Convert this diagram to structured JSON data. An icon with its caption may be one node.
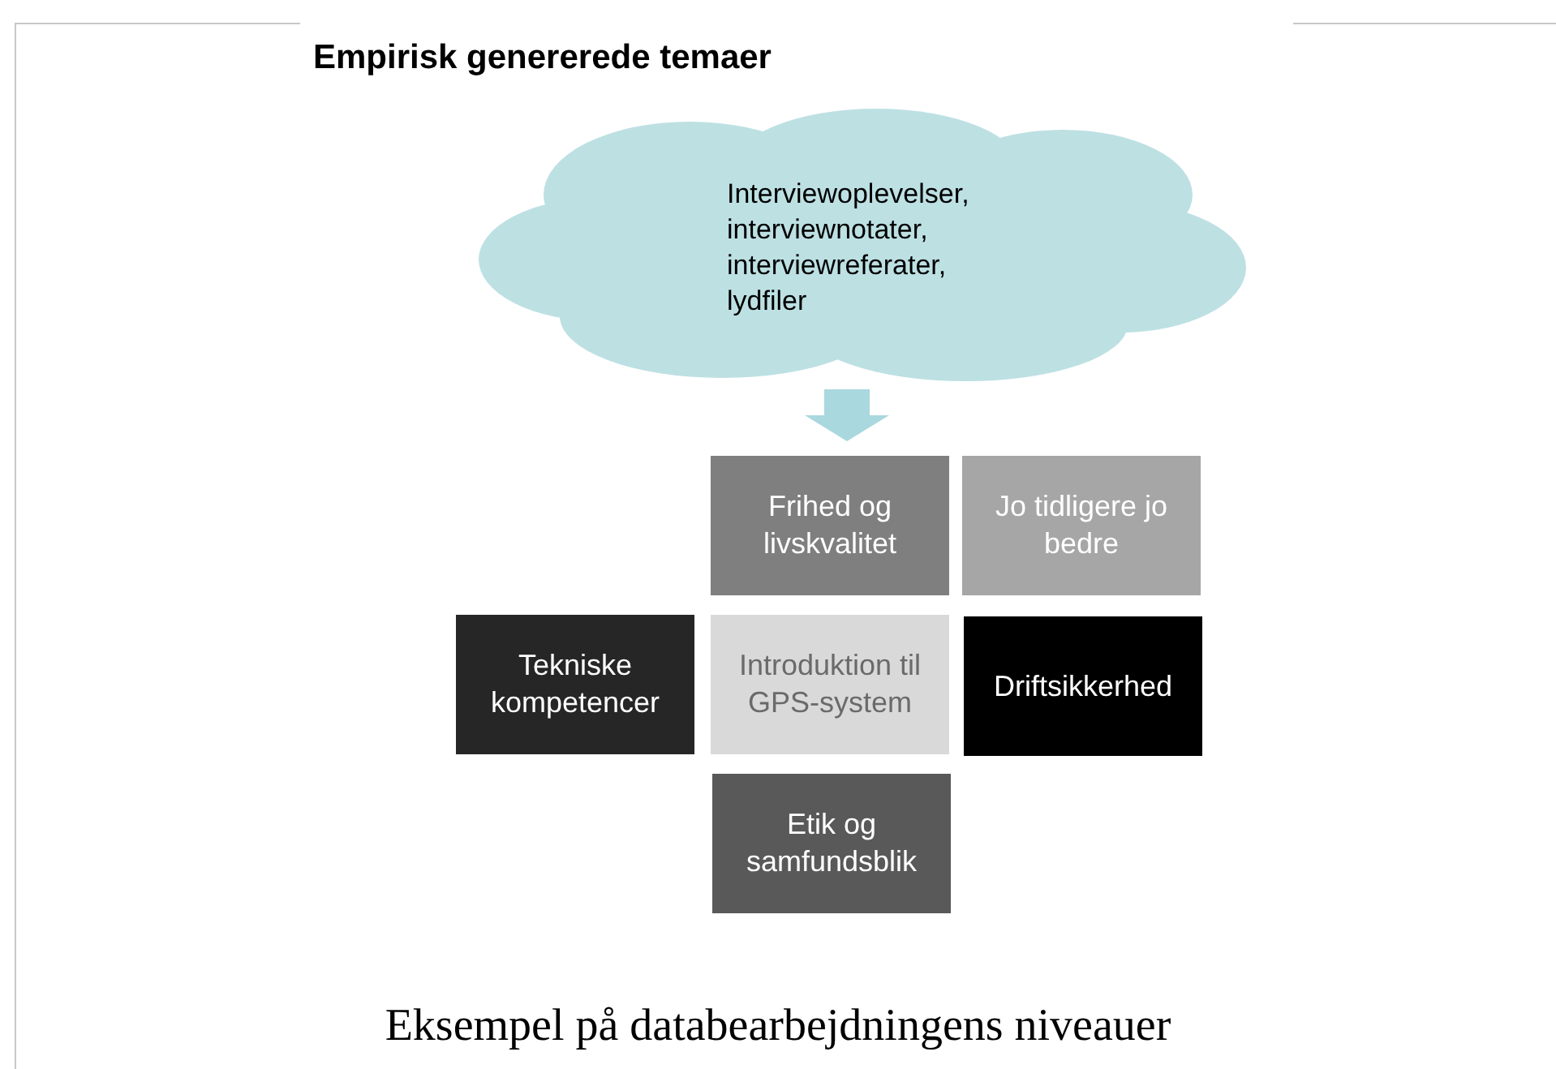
{
  "diagram": {
    "title": "Empirisk genererede temaer",
    "caption": "Eksempel på databearbejdningens niveauer",
    "nodes": [
      {
        "text": [
          "Interviewoplevelser, interviewnotater, interviewreferater, lydfiler"
        ]
      },
      {
        "text": [
          "Frihed og livskvalitet"
        ]
      },
      {
        "text": [
          "Jo tidligere jo bedre"
        ]
      },
      {
        "text": [
          "Tekniske kompetencer"
        ]
      },
      {
        "text": [
          "Introduktion til GPS-system"
        ]
      },
      {
        "text": [
          "Driftsikkerhed"
        ]
      },
      {
        "text": [
          "Etik og samfundsblik"
        ]
      }
    ],
    "edges": [
      {
        "from": 0,
        "to": 1,
        "arrow": "to",
        "style": "thick"
      }
    ]
  }
}
